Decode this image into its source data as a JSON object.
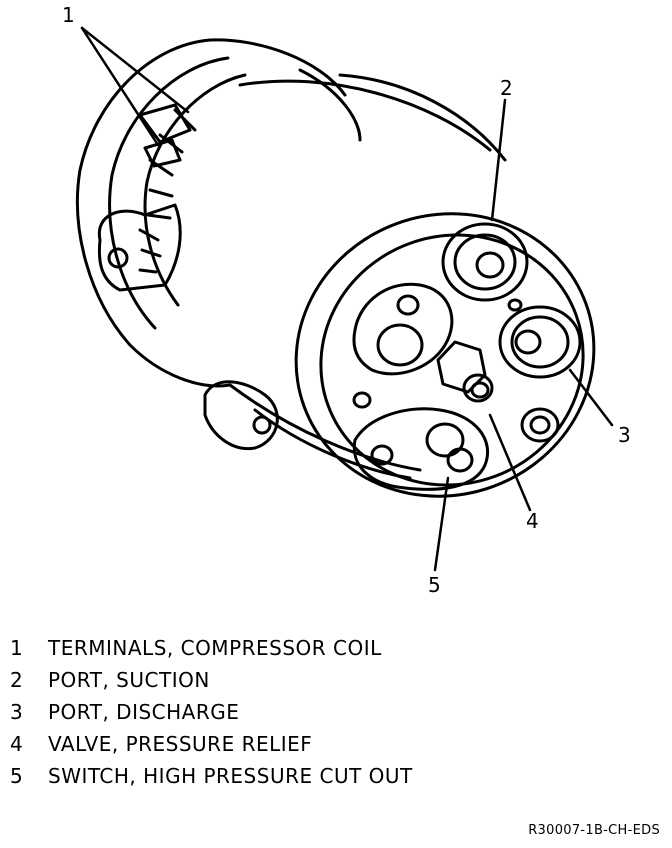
{
  "callouts": [
    {
      "num": "1"
    },
    {
      "num": "2"
    },
    {
      "num": "3"
    },
    {
      "num": "4"
    },
    {
      "num": "5"
    }
  ],
  "legend": [
    {
      "num": "1",
      "text": "TERMINALS, COMPRESSOR COIL"
    },
    {
      "num": "2",
      "text": "PORT, SUCTION"
    },
    {
      "num": "3",
      "text": "PORT, DISCHARGE"
    },
    {
      "num": "4",
      "text": "VALVE, PRESSURE RELIEF"
    },
    {
      "num": "5",
      "text": "SWITCH, HIGH PRESSURE CUT OUT"
    }
  ],
  "figure_id": "R30007-1B-CH-EDS"
}
